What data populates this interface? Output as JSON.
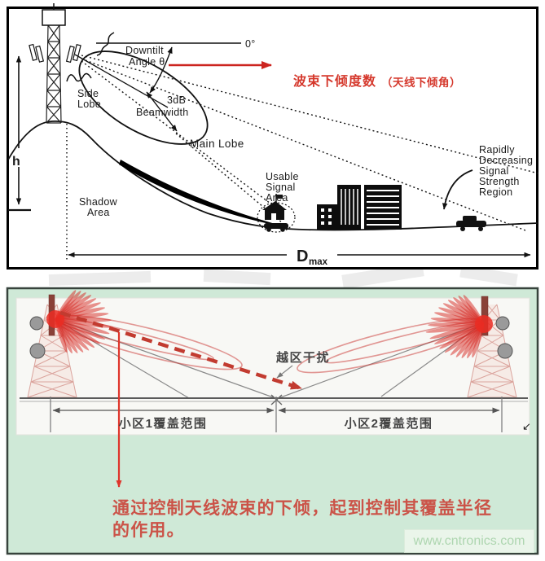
{
  "colors": {
    "accent_red": "#d5382c",
    "dashed_arrow_red": "#c23b30",
    "panel_green": "#cfe9d7",
    "panel_border": "#37433c",
    "diagram_ink": "#1a1a1a",
    "watermark_green": "#aed6b0"
  },
  "icons": {
    "corner_arrow": "↙"
  },
  "top_panel": {
    "zero_degree": "0°",
    "downtilt_label": [
      "Downtilt",
      "Angle θ"
    ],
    "side_lobe": [
      "Side",
      "Lobe"
    ],
    "beamwidth": [
      "3dB",
      "Beamwidth"
    ],
    "main_lobe": "Main Lobe",
    "height_label": "h",
    "shadow_area": [
      "Shadow",
      "Area"
    ],
    "usable_area": [
      "Usable",
      "Signal",
      "Area"
    ],
    "rapid_region": [
      "Rapidly",
      "Decreasing",
      "Signal",
      "Strength",
      "Region"
    ],
    "dmax": {
      "main": "D",
      "sub": "max"
    },
    "annotation": {
      "beam_tilt": "波束下倾度数",
      "antenna_tilt": "（天线下倾角）"
    }
  },
  "bottom_panel": {
    "interference_label": "越区干扰",
    "cell1_label": "小区1覆盖范围",
    "cell2_label": "小区2覆盖范围",
    "caption": "通过控制天线波束的下倾，起到控制其覆盖半径的作用。",
    "watermark": "www.cntronics.com"
  }
}
